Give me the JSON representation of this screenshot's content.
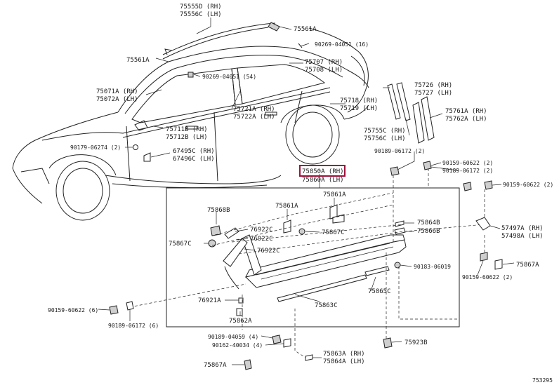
{
  "diagram": {
    "ref_code": "753295",
    "highlight_color": "#a0103a",
    "labels": {
      "l75555D": "75555D (RH)",
      "l75556C": "75556C (LH)",
      "l75561A_top": "75561A",
      "l90269_16": "90269-04051 (16)",
      "l75561A_left": "75561A",
      "l90269_54": "90269-04051 (54)",
      "l75707": "75707 (RH)",
      "l75708": "75708 (LH)",
      "l75071A": "75071A (RH)",
      "l75072A": "75072A (LH)",
      "l75726": "75726 (RH)",
      "l75727": "75727 (LH)",
      "l75718": "75718 (RH)",
      "l75719": "75719 (LH)",
      "l75721A": "75721A (RH)",
      "l75722A": "75722A (LH)",
      "l75761A": "75761A (RH)",
      "l75762A": "75762A (LH)",
      "l75711B": "75711B (RH)",
      "l75712B": "75712B (LH)",
      "l75755C": "75755C (RH)",
      "l75756C": "75756C (LH)",
      "l90179": "90179-06274 (2)",
      "l67495C": "67495C (RH)",
      "l67496C": "67496C (LH)",
      "l90189_2a": "90189-06172 (2)",
      "l90159_2a": "90159-60622 (2)",
      "l90189_2b": "90189-06172 (2)",
      "l75850A": "75850A (RH)",
      "l75860A": "75860A (LH)",
      "l90159_2b": "90159-60622 (2)",
      "l75861A_a": "75861A",
      "l75868B": "75868B",
      "l75861A_b": "75861A",
      "l75864B": "75864B",
      "l76922C_a": "76922C",
      "l75867C": "75867C",
      "l75866B": "75866B",
      "l57497A": "57497A (RH)",
      "l57498A": "57498A (LH)",
      "l76922C_b": "76922C",
      "l75867C_left": "75867C",
      "l76922C_c": "76922C",
      "l90183": "90183-06019",
      "l75867A_r": "75867A",
      "l90159_2c": "90159-60622 (2)",
      "l75865C": "75865C",
      "l76921A": "76921A",
      "l75863C": "75863C",
      "l90159_6": "90159-60622 (6)",
      "l75862A": "75862A",
      "l90189_6": "90189-06172 (6)",
      "l90189_4": "90189-04059 (4)",
      "l75923B": "75923B",
      "l90162": "90162-40034 (4)",
      "l75863A": "75863A (RH)",
      "l75864A": "75864A (LH)",
      "l75867A_b": "75867A"
    }
  }
}
